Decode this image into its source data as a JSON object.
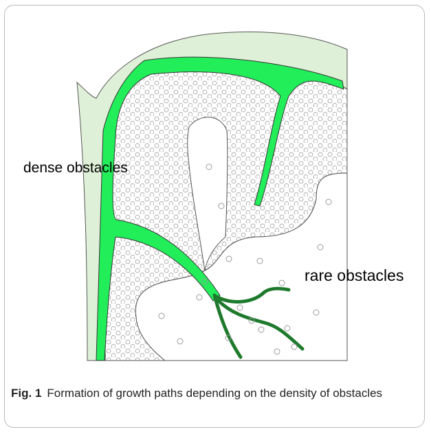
{
  "figure": {
    "labels": {
      "dense": "dense obstacles",
      "rare": "rare obstacles"
    },
    "colors": {
      "outer_band": "#dff0d8",
      "growth_path": "#22ee5a",
      "branch": "#1e7a2c",
      "obstacle_dot": "#9a9a9a",
      "outline": "#555555"
    }
  },
  "caption": {
    "number": "Fig. 1",
    "text": "Formation of growth paths depending on the density of obstacles"
  }
}
